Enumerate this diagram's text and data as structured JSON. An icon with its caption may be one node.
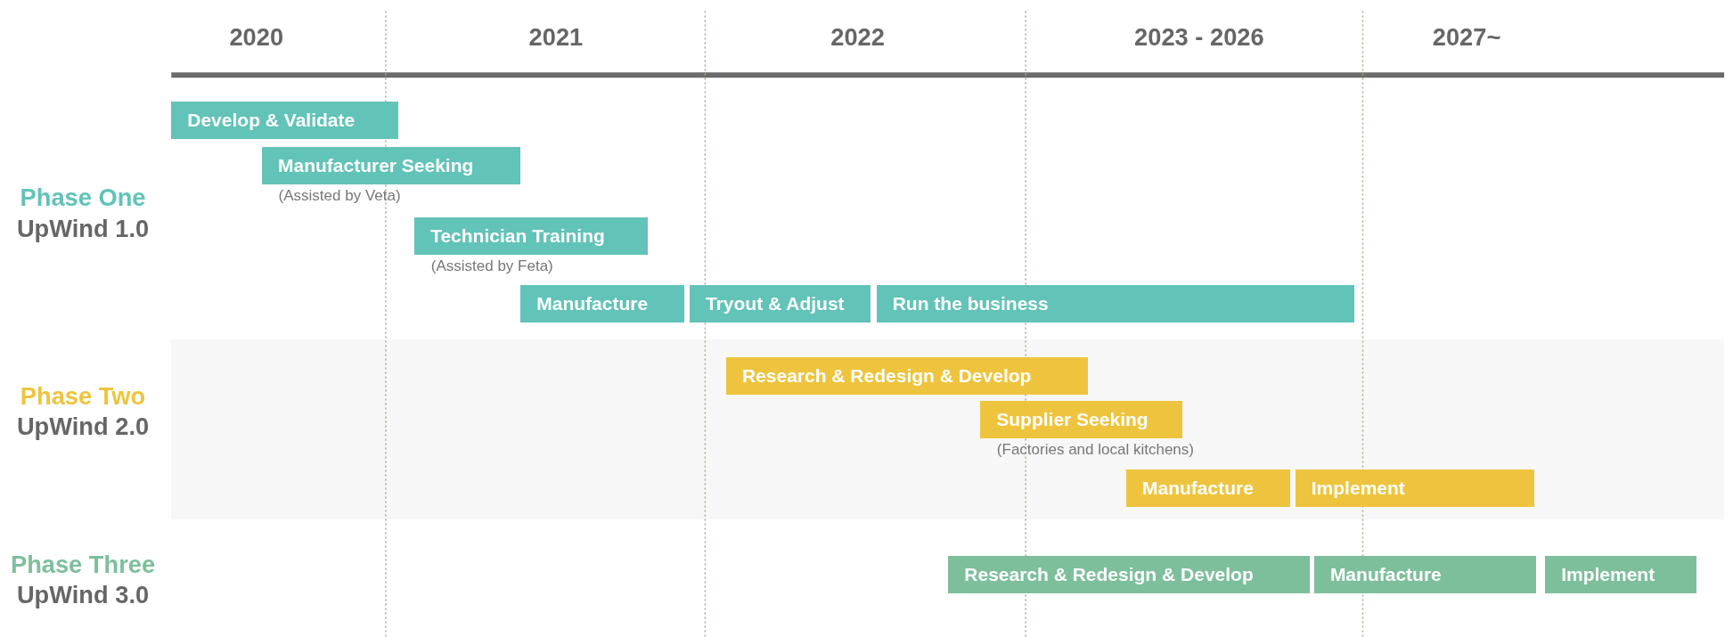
{
  "diagram": {
    "nodes": [
      {
        "text": [
          "Develop & Validate"
        ]
      },
      {
        "text": [
          "Manufacturer Seeking"
        ],
        "beside": [
          "(Assisted by Veta)"
        ]
      },
      {
        "text": [
          "Technician Training"
        ],
        "beside": [
          "(Assisted by Feta)"
        ]
      },
      {
        "text": [
          "Manufacture"
        ]
      },
      {
        "text": [
          "Tryout & Adjust"
        ]
      },
      {
        "text": [
          "Run the business"
        ]
      },
      {
        "text": [
          "Research & Redesign & Develop"
        ]
      },
      {
        "text": [
          "Supplier Seeking"
        ],
        "beside": [
          "(Factories and local kitchens)"
        ]
      },
      {
        "text": [
          "Manufacture"
        ]
      },
      {
        "text": [
          "Implement"
        ]
      },
      {
        "text": [
          "Research & Redesign & Develop"
        ]
      },
      {
        "text": [
          "Manufacture"
        ]
      },
      {
        "text": [
          "Implement"
        ]
      }
    ],
    "edges": [],
    "labels": [
      "2020",
      "2021",
      "2022",
      "2023 - 2026",
      "2027~",
      "Phase One",
      "UpWind 1.0",
      "Phase Two",
      "UpWind 2.0",
      "Phase Three",
      "UpWind 3.0"
    ]
  }
}
